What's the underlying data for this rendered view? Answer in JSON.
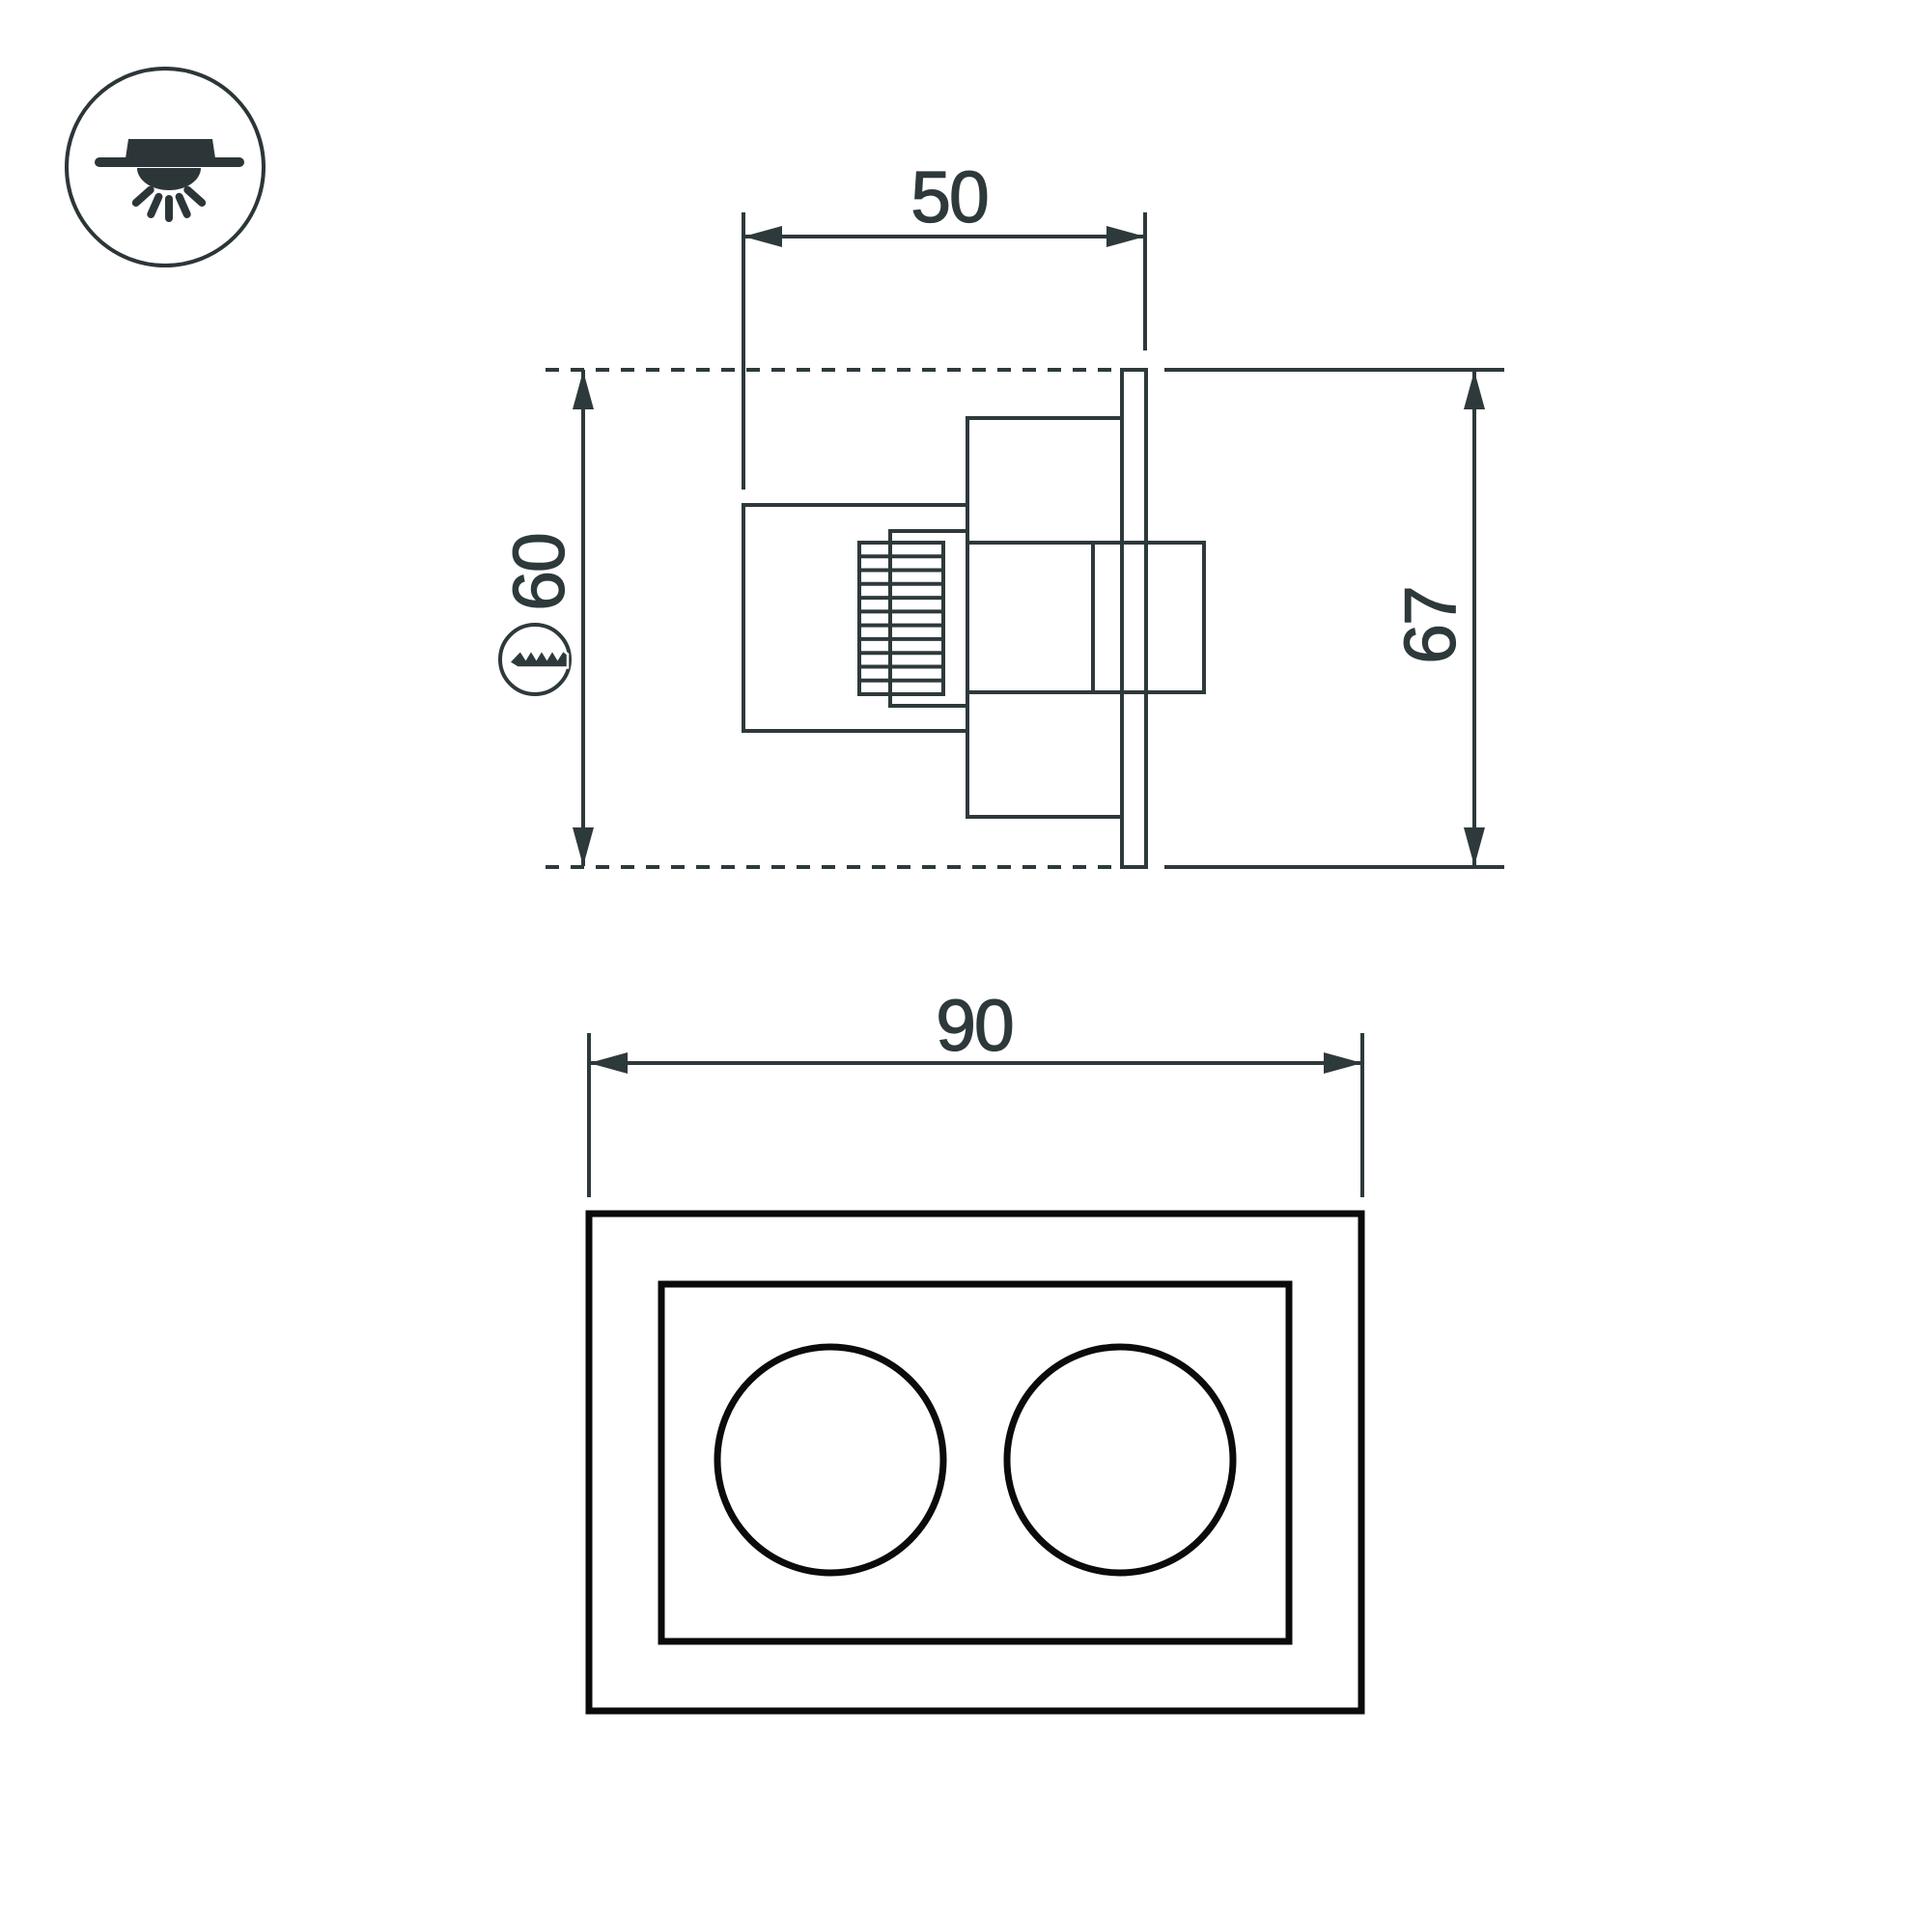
{
  "drawing": {
    "dims": {
      "top_width": "50",
      "recess_depth": "60",
      "total_depth": "67",
      "front_width": "90"
    },
    "colors": {
      "line": "#2e393b",
      "front_outline": "#0b0b0b",
      "background": "#ffffff"
    }
  }
}
